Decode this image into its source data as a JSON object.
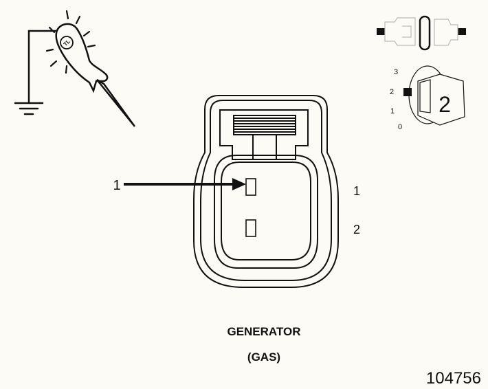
{
  "diagram": {
    "title": "GENERATOR",
    "subtitle": "(GAS)",
    "figure_number": "104756",
    "callout_label": "1",
    "pin_labels": [
      "1",
      "2"
    ]
  },
  "test_light": {
    "probe_mark": "TL"
  },
  "ignition": {
    "positions": [
      "3",
      "2",
      "1",
      "0"
    ],
    "key_label": "2",
    "selected_position": "2"
  },
  "colors": {
    "background": "#fdfbf6",
    "line": "#111111"
  }
}
